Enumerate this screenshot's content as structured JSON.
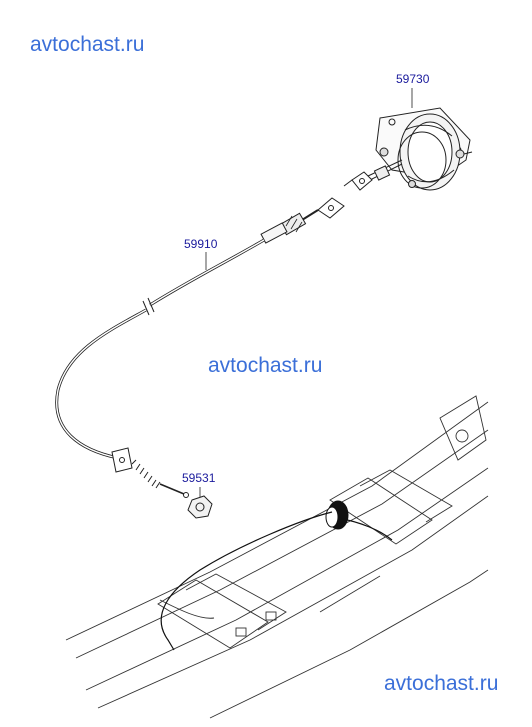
{
  "watermarks": {
    "top": "avtochast.ru",
    "middle": "avtochast.ru",
    "bottom": "avtochast.ru"
  },
  "part_labels": {
    "vacuum_actuator": "59730",
    "parking_brake_cable": "59910",
    "nut": "59531"
  },
  "colors": {
    "watermark": "#3b6fd8",
    "part_label": "#1a1a9c",
    "line_art": "#222222"
  }
}
